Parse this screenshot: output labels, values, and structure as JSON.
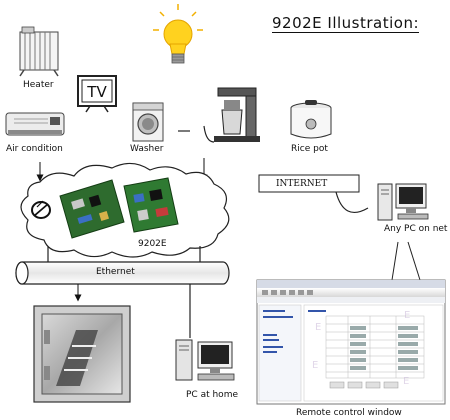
{
  "title": "9202E Illustration:",
  "tv_screen_text": "TV",
  "labels": {
    "heater": "Heater",
    "air_condition": "Air condition",
    "washer": "Washer",
    "rice_pot": "Rice pot",
    "board": "9202E",
    "internet": "INTERNET",
    "any_pc": "Any PC on net",
    "ethernet": "Ethernet",
    "pc_at_home": "PC at home",
    "remote_window": "Remote control window"
  }
}
